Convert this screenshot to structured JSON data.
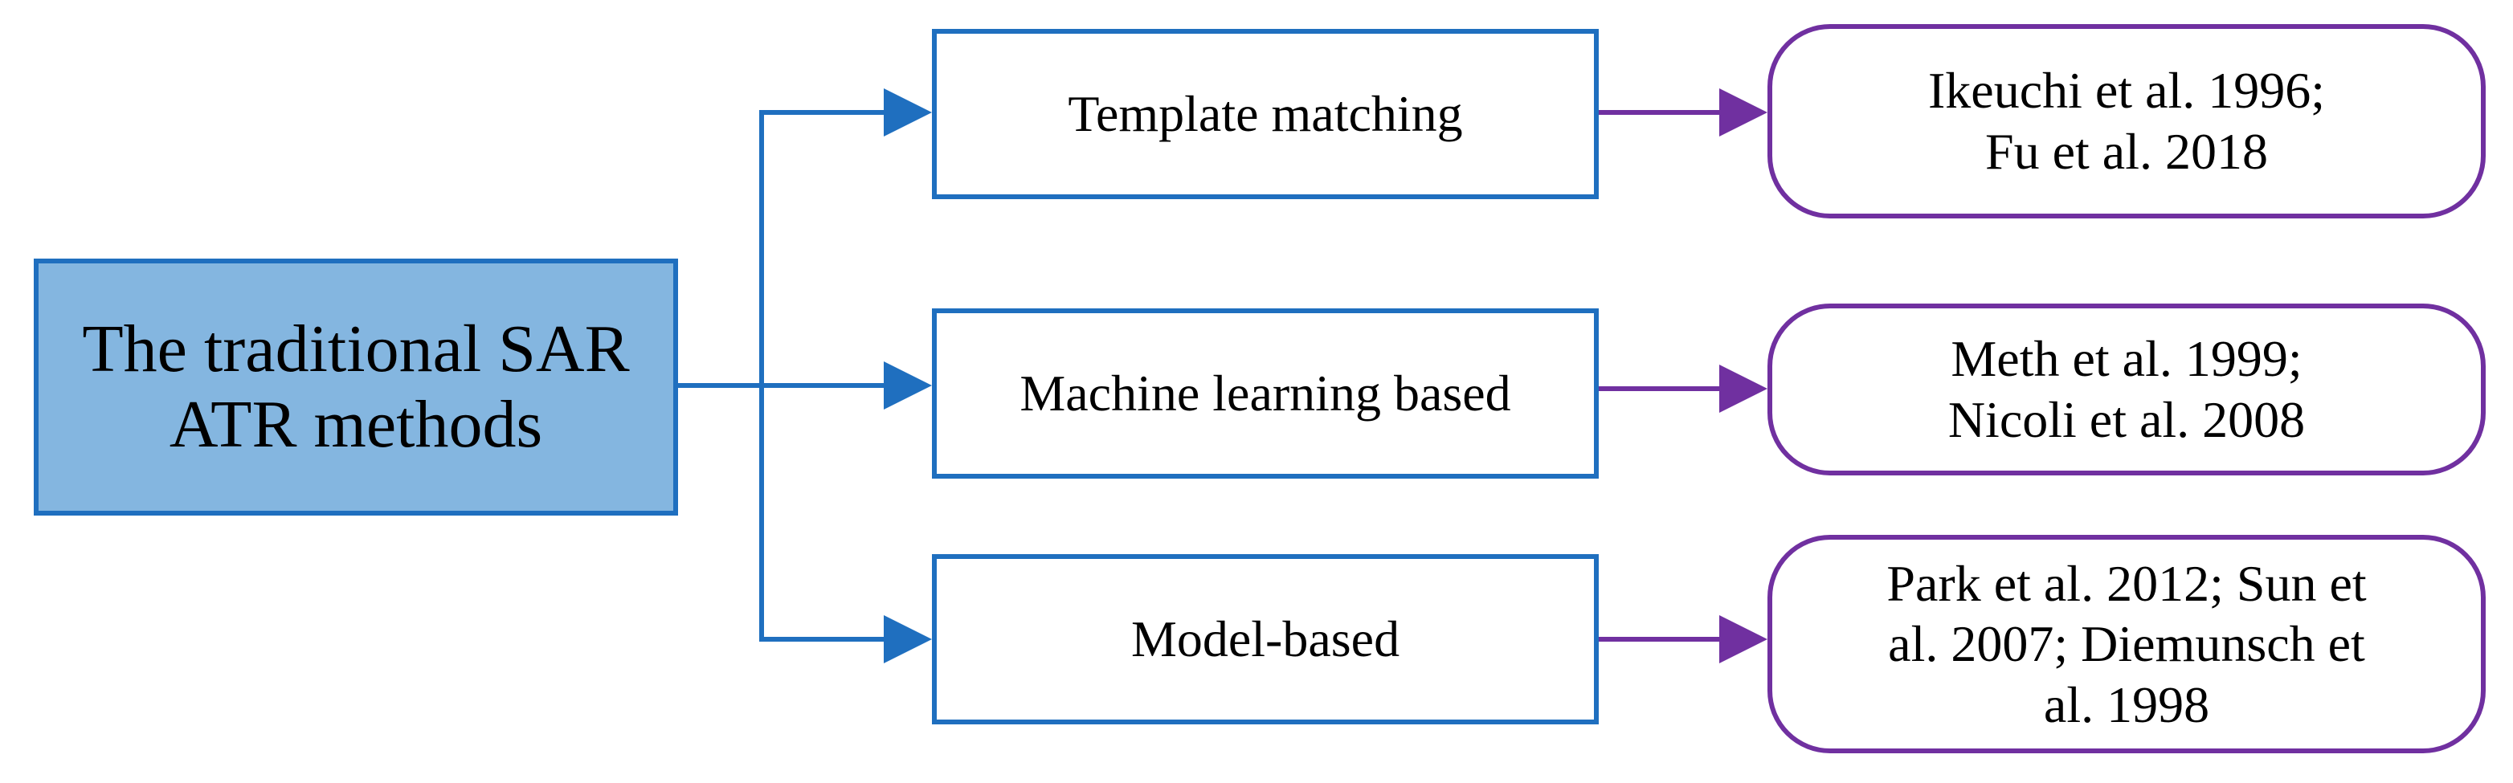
{
  "colors": {
    "root_fill": "#84b6e0",
    "method_stroke": "#1f6fbf",
    "reference_stroke": "#7030a0",
    "arrow_blue": "#1f6fbf",
    "arrow_purple": "#7030a0"
  },
  "root": {
    "label_line1": "The traditional SAR",
    "label_line2": "ATR methods"
  },
  "methods": [
    {
      "label": "Template matching",
      "references": [
        "Ikeuchi et al. 1996;",
        "Fu et al. 2018"
      ]
    },
    {
      "label": "Machine learning based",
      "references": [
        "Meth et al. 1999;",
        "Nicoli et al. 2008"
      ]
    },
    {
      "label": "Model-based",
      "references": [
        "Park et al. 2012; Sun et",
        "al. 2007; Diemunsch et",
        "al. 1998"
      ]
    }
  ]
}
